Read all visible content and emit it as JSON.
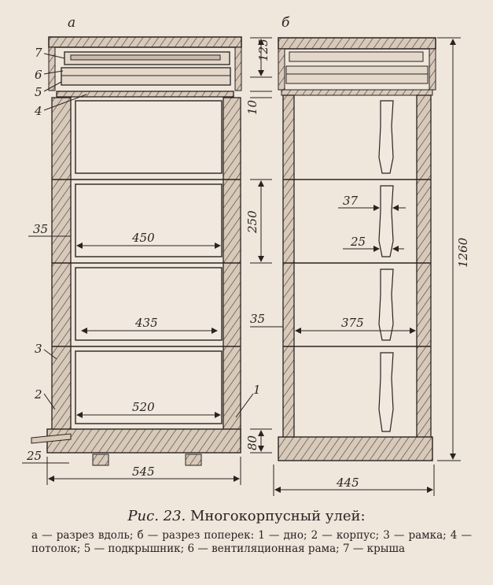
{
  "views": {
    "a": "а",
    "b": "б"
  },
  "parts": [
    "7",
    "6",
    "5",
    "4",
    "3",
    "2",
    "1"
  ],
  "dims_a": {
    "h125": "125",
    "h10": "10",
    "h250": "250",
    "h80": "80",
    "w450": "450",
    "w435": "435",
    "w520": "520",
    "w545": "545",
    "t35": "35",
    "t25": "25"
  },
  "dims_b": {
    "h1260": "1260",
    "w37": "37",
    "w25": "25",
    "w375": "375",
    "w445": "445",
    "t35": "35"
  },
  "caption": {
    "fig": "Рис. 23.",
    "title": "Многокорпусный улей:",
    "body": "а — разрез вдоль; б — разрез поперек: 1 — дно; 2 — корпус; 3 — рамка; 4 — потолок; 5 — подкрышник; 6 — вентиляционная рама; 7 — крыша"
  }
}
